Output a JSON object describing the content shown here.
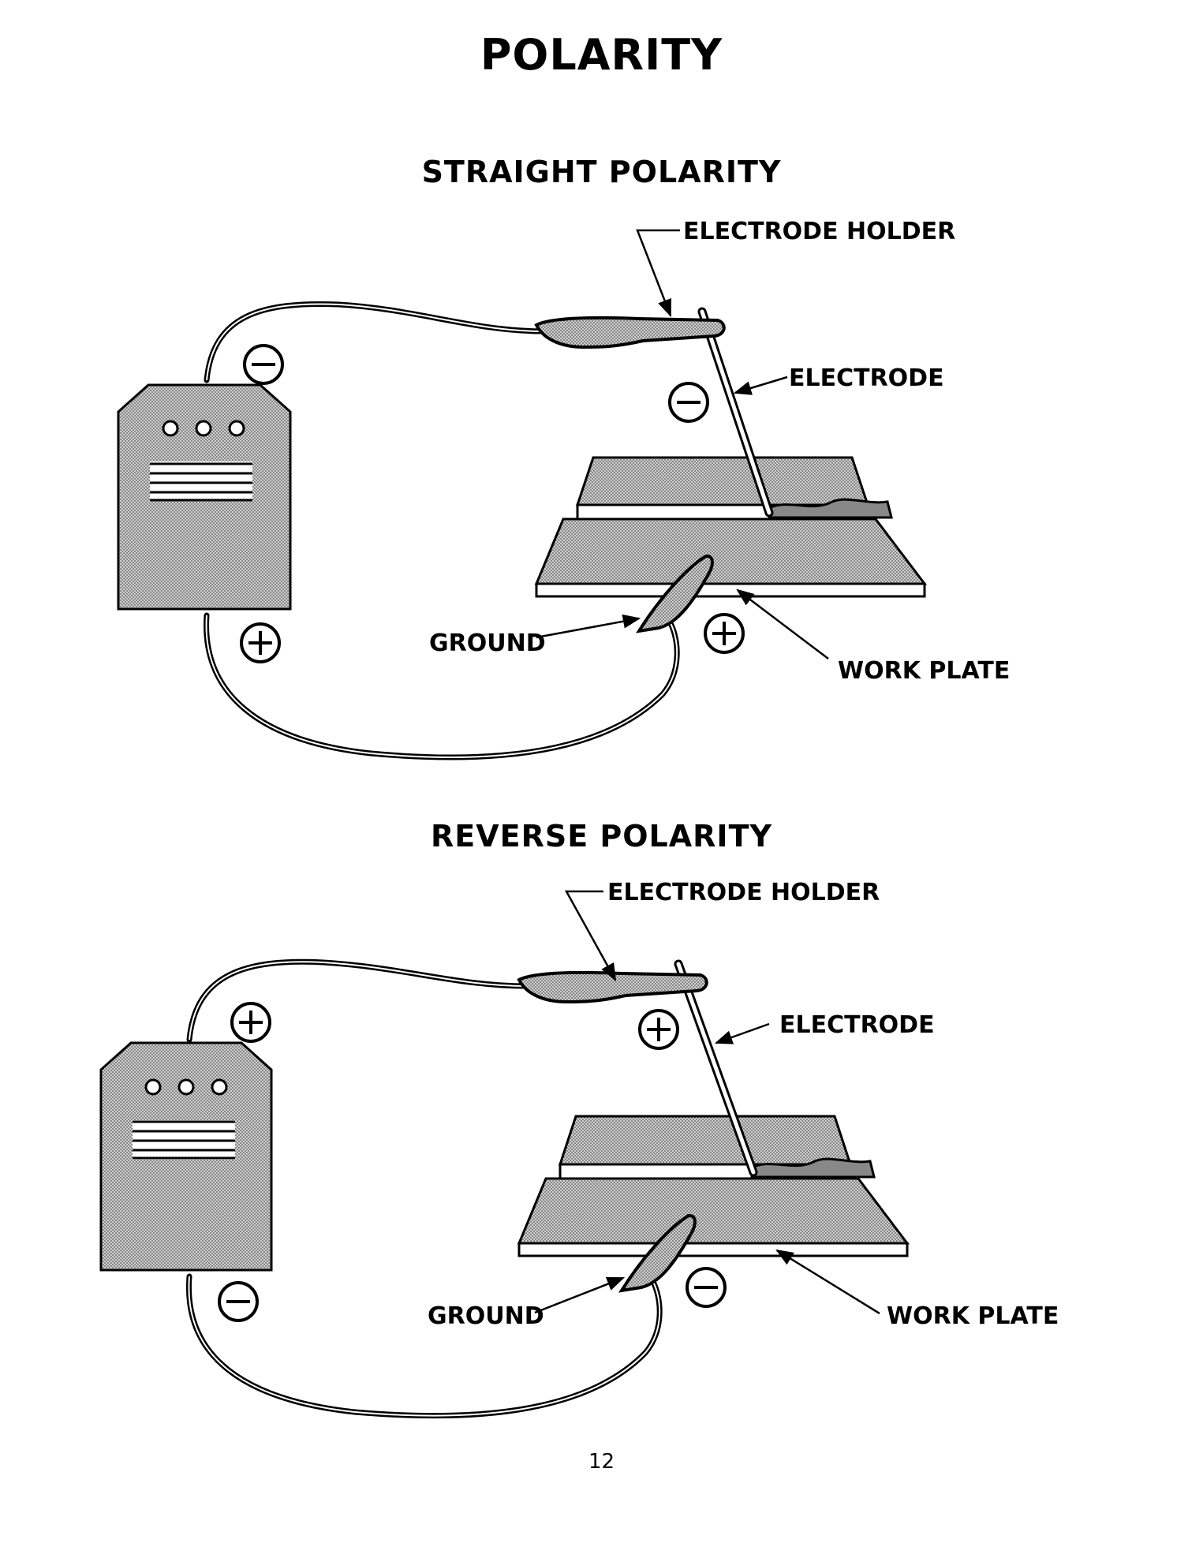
{
  "page": {
    "title": "POLARITY",
    "page_number": "12"
  },
  "colors": {
    "ink": "#000000",
    "paper": "#ffffff",
    "shading": "#bdbdbd"
  },
  "straight": {
    "title": "STRAIGHT POLARITY",
    "labels": {
      "electrode_holder": "ELECTRODE HOLDER",
      "electrode": "ELECTRODE",
      "ground": "GROUND",
      "work_plate": "WORK PLATE"
    },
    "signs": {
      "machine_top": "minus",
      "machine_bottom": "plus",
      "electrode": "minus",
      "ground": "plus"
    }
  },
  "reverse": {
    "title": "REVERSE POLARITY",
    "labels": {
      "electrode_holder": "ELECTRODE HOLDER",
      "electrode": "ELECTRODE",
      "ground": "GROUND",
      "work_plate": "WORK PLATE"
    },
    "signs": {
      "machine_top": "plus",
      "machine_bottom": "minus",
      "electrode": "plus",
      "ground": "minus"
    }
  }
}
